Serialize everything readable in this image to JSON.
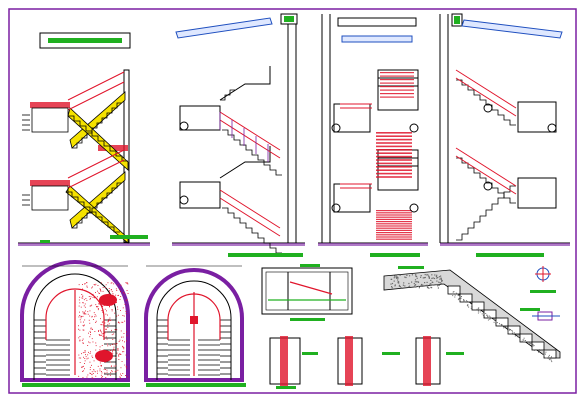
{
  "sheet": {
    "title_block_text": "",
    "colors": {
      "border": "#7a1fa2",
      "line": "#000000",
      "accent_red": "#e0152c",
      "accent_green": "#20b020",
      "accent_blue": "#1f4fbf",
      "accent_purple": "#7a1fa2",
      "accent_yellow": "#f5e200",
      "hatch": "#8c8c8c"
    }
  },
  "views": {
    "section_a": {
      "name": "stair-section-left"
    },
    "section_b": {
      "name": "stair-section-middle-left"
    },
    "section_c": {
      "name": "stair-section-middle-right"
    },
    "section_d": {
      "name": "stair-section-right"
    },
    "plan_a": {
      "name": "stair-plan-arched-left"
    },
    "plan_b": {
      "name": "stair-plan-arched-right"
    },
    "detail_a": {
      "name": "railing-detail"
    },
    "detail_b": {
      "name": "tread-detail-sloped"
    },
    "detail_c": {
      "name": "connection-detail"
    }
  }
}
